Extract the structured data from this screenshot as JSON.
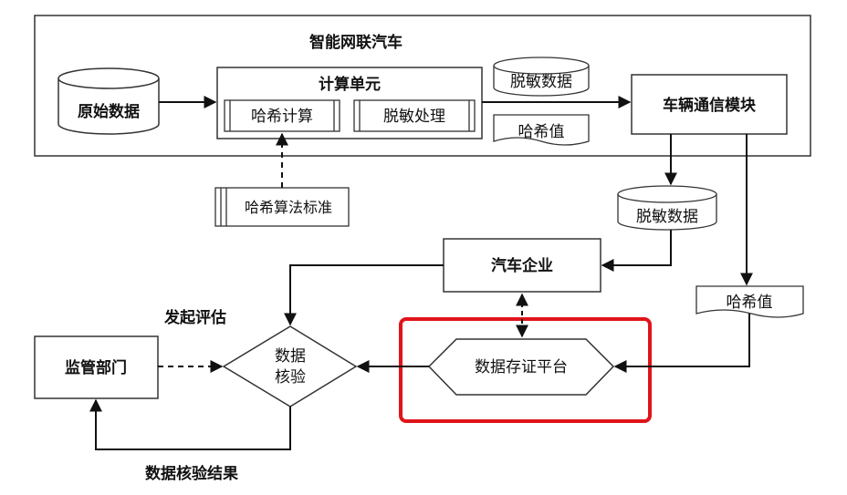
{
  "diagram": {
    "vehicle_container_title": "智能网联汽车",
    "raw_data": "原始数据",
    "compute_unit": {
      "title": "计算单元",
      "hash_compute": "哈希计算",
      "desensitize_process": "脱敏处理"
    },
    "desensitized_data_top": "脱敏数据",
    "hash_value_top": "哈希值",
    "vehicle_comm_module": "车辆通信模块",
    "hash_algorithm_standard": "哈希算法标准",
    "desensitized_data_mid": "脱敏数据",
    "auto_enterprise": "汽车企业",
    "hash_value_right": "哈希值",
    "initiate_assessment": "发起评估",
    "regulator": "监管部门",
    "data_verify_line1": "数据",
    "data_verify_line2": "核验",
    "evidence_platform": "数据存证平台",
    "verify_result": "数据核验结果",
    "highlight_color": "#e0141a"
  }
}
